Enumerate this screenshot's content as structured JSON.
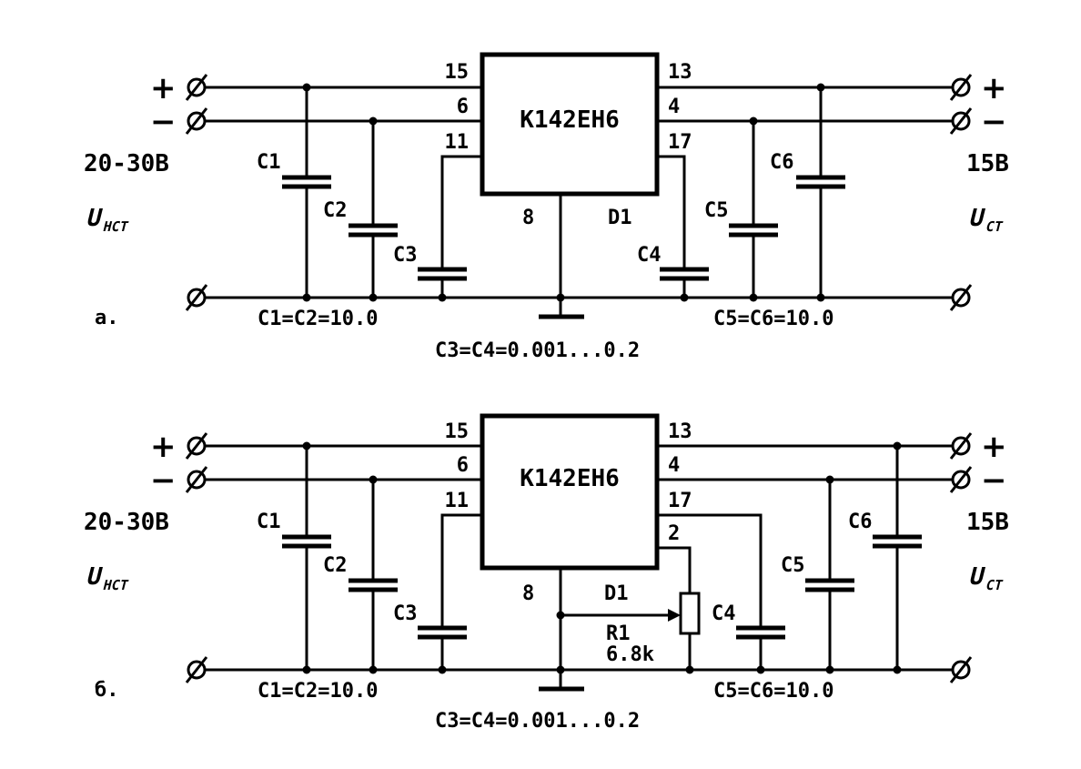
{
  "colors": {
    "ink": "#000000",
    "paper": "#ffffff"
  },
  "circuits": [
    {
      "label": "а.",
      "chip": "K142EH6",
      "ref": "D1",
      "pins": {
        "in_pos": "15",
        "in_neg": "6",
        "in_c": "11",
        "gnd": "8",
        "out_pos": "13",
        "out_neg": "4",
        "out_c": "17"
      },
      "input_voltage": "20-30B",
      "input_sym": "U",
      "input_sub": "HCT",
      "output_voltage": "15B",
      "output_sym": "U",
      "output_sub": "CT",
      "plus": "+",
      "minus": "−",
      "caps": [
        "C1",
        "C2",
        "C3",
        "C4",
        "C5",
        "C6"
      ],
      "note_in": "C1=C2=10.0",
      "note_out": "C5=C6=10.0",
      "note_c34": "C3=C4=0.001...0.2"
    },
    {
      "label": "б.",
      "chip": "K142EH6",
      "ref": "D1",
      "pins": {
        "in_pos": "15",
        "in_neg": "6",
        "in_c": "11",
        "gnd": "8",
        "out_pos": "13",
        "out_neg": "4",
        "out_c": "17",
        "adj": "2"
      },
      "input_voltage": "20-30B",
      "input_sym": "U",
      "input_sub": "HCT",
      "output_voltage": "15B",
      "output_sym": "U",
      "output_sub": "CT",
      "plus": "+",
      "minus": "−",
      "caps": [
        "C1",
        "C2",
        "C3",
        "C4",
        "C5",
        "C6"
      ],
      "resistor": "R1",
      "resistor_value": "6.8k",
      "note_in": "C1=C2=10.0",
      "note_out": "C5=C6=10.0",
      "note_c34": "C3=C4=0.001...0.2"
    }
  ]
}
